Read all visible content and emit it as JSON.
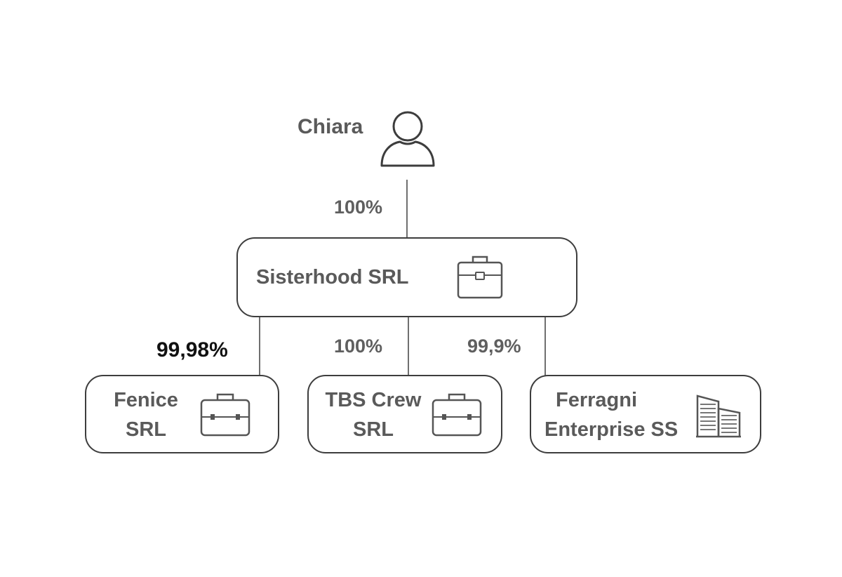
{
  "owner": {
    "name": "Chiara",
    "icon": "person-icon"
  },
  "holding": {
    "name": "Sisterhood SRL",
    "stake": "100%",
    "icon": "briefcase-icon"
  },
  "subsidiaries": [
    {
      "line1": "Fenice",
      "line2": "SRL",
      "stake": "99,98%",
      "icon": "briefcase-icon"
    },
    {
      "line1": "TBS Crew",
      "line2": "SRL",
      "stake": "100%",
      "icon": "briefcase-icon"
    },
    {
      "line1": "Ferragni",
      "line2": "Enterprise SS",
      "stake": "99,9%",
      "icon": "buildings-icon"
    }
  ],
  "colors": {
    "text": "#5a5a5a",
    "highlight_text": "#111111",
    "border": "#3d3d3d",
    "connector": "#6f6f6f"
  }
}
